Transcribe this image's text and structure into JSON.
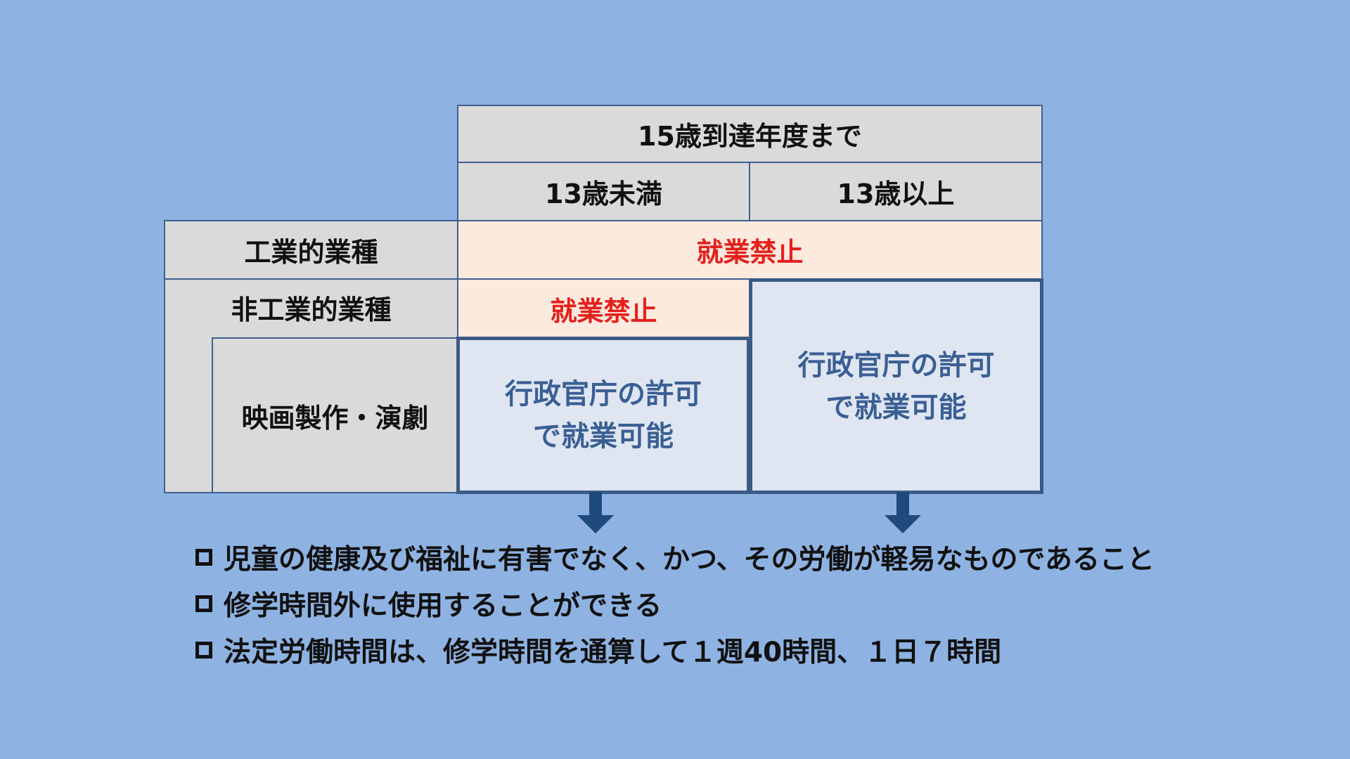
{
  "header": {
    "top": "15歳到達年度まで",
    "col_left": "13歳未満",
    "col_right": "13歳以上"
  },
  "rows": {
    "industrial_label": "工業的業種",
    "industrial_value": "就業禁止",
    "non_industrial_label": "非工業的業種",
    "non_industrial_under13_value": "就業禁止",
    "film_label": "映画製作・演劇",
    "permit_line1": "行政官庁の許可",
    "permit_line2": "で就業可能",
    "permit_right_line1": "行政官庁の許可",
    "permit_right_line2": "で就業可能"
  },
  "conditions": [
    "児童の健康及び福祉に有害でなく、かつ、その労働が軽易なものであること",
    "修学時間外に使用することができる",
    "法定労働時間は、修学時間を通算して１週40時間、１日７時間"
  ],
  "colors": {
    "background": "#8eb3e3",
    "cell_gray": "#dadada",
    "prohibited_fill": "#fdeadf",
    "prohibited_text": "#e3211c",
    "permit_fill": "#dfe6f1",
    "permit_text": "#3a5f94",
    "arrow": "#1f4a7d"
  }
}
